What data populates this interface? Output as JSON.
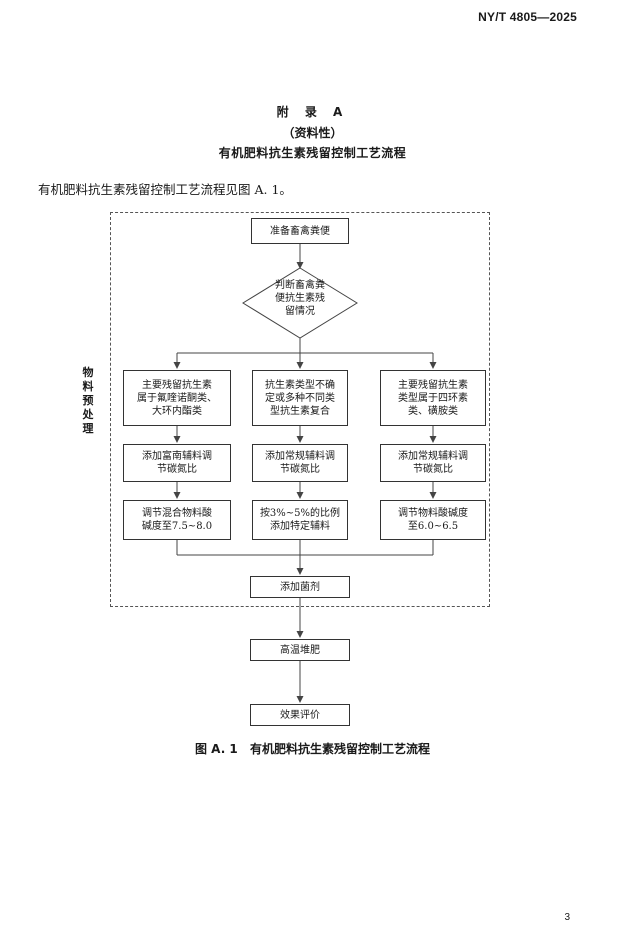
{
  "header": {
    "standard_code": "NY/T  4805—2025"
  },
  "appendix": {
    "title": "附 录 A",
    "nature": "（资料性）",
    "heading": "有机肥料抗生素残留控制工艺流程"
  },
  "intro_text": "有机肥料抗生素残留控制工艺流程见图 A. 1。",
  "flow": {
    "start": "准备畜禽粪便",
    "decision": "判断畜禽粪\n便抗生素残\n留情况",
    "side_label": "物\n料\n预\n处\n理",
    "branches": [
      {
        "category": "主要残留抗生素\n属于氟喹诺酮类、\n大环内酯类",
        "adjust_cn": "添加富南辅料调\n节碳氮比",
        "adjust_ph": "调节混合物料酸\n碱度至7.5~8.0"
      },
      {
        "category": "抗生素类型不确\n定或多种不同类\n型抗生素复合",
        "adjust_cn": "添加常规辅料调\n节碳氮比",
        "adjust_ph": "按3%~5%的比例\n添加特定辅料"
      },
      {
        "category": "主要残留抗生素\n类型属于四环素\n类、磺胺类",
        "adjust_cn": "添加常规辅料调\n节碳氮比",
        "adjust_ph": "调节物料酸碱度\n至6.0~6.5"
      }
    ],
    "add_agent": "添加菌剂",
    "compost": "高温堆肥",
    "evaluate": "效果评价"
  },
  "figure": {
    "number": "图 A. 1",
    "title": "有机肥料抗生素残留控制工艺流程"
  },
  "page_number": "3"
}
